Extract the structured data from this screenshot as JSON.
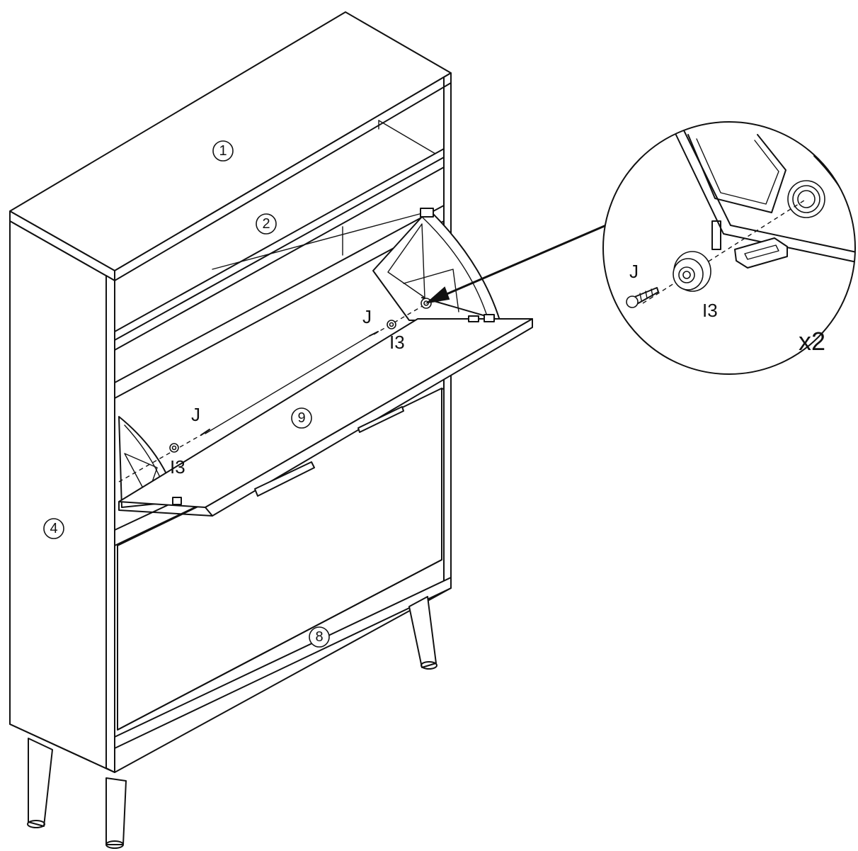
{
  "parts": {
    "top_panel": "1",
    "upper_shelf": "2",
    "side_panel": "4",
    "bottom_rail": "8",
    "flip_door": "9"
  },
  "hardware": {
    "screw": "J",
    "bumper": "I3"
  },
  "detail": {
    "screw_label": "J",
    "bumper_label": "I3",
    "quantity": "x2"
  }
}
